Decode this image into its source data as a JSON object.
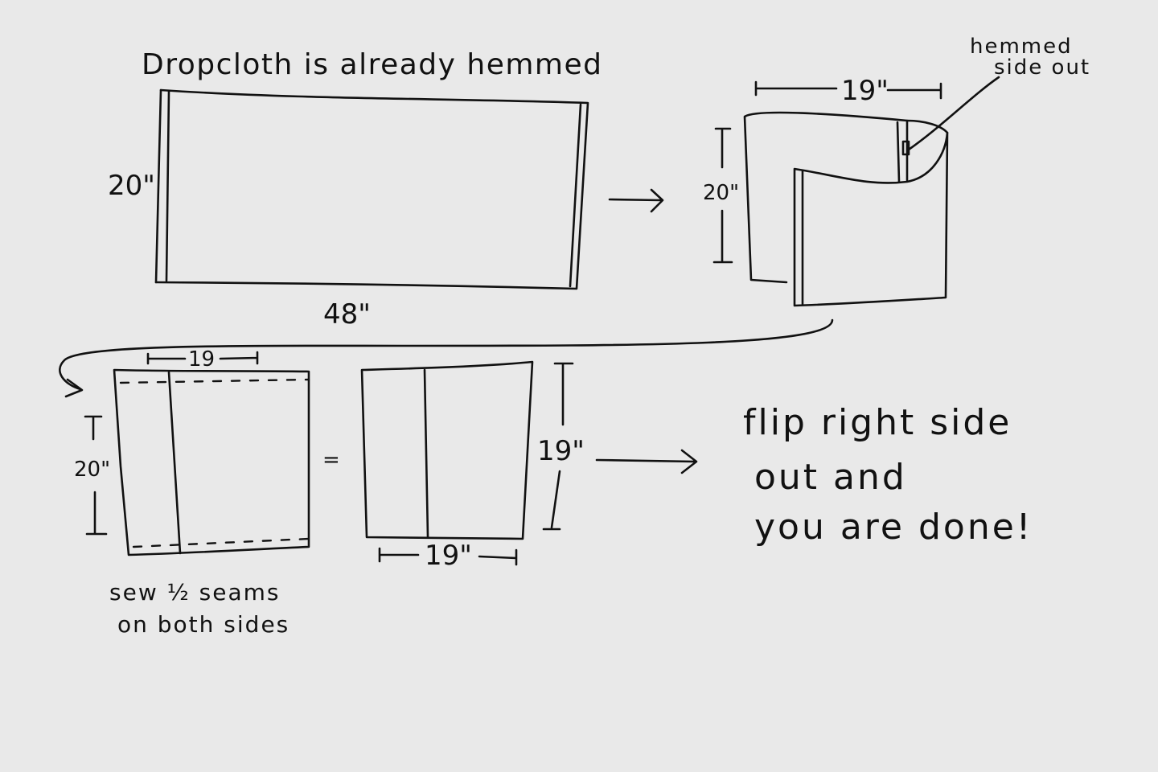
{
  "labels": {
    "title": "Dropcloth is already hemmed",
    "step1_height": "20\"",
    "step1_width": "48\"",
    "step2_width": "19\"",
    "step2_height": "20\"",
    "hem_note_line1": "hemmed",
    "hem_note_line2": "side out",
    "step3_width": "19",
    "step3_height": "20\"",
    "equals": "=",
    "step4_height": "19\"",
    "step4_width": "19\"",
    "sew_line1": "sew ½ seams",
    "sew_line2": "on both sides",
    "final_line1": "flip right side",
    "final_line2": "out and",
    "final_line3": "you are done!"
  }
}
